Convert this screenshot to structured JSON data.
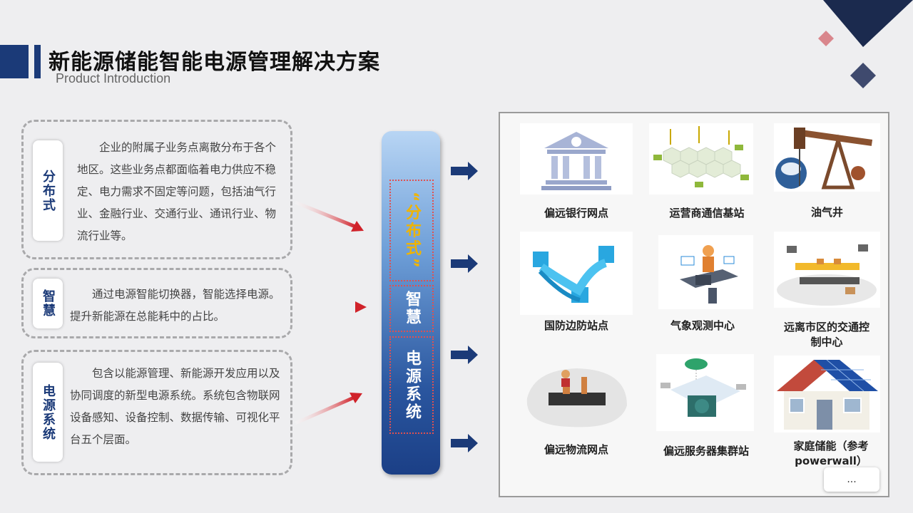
{
  "header": {
    "title": "新能源储能智能电源管理解决方案",
    "subtitle": "Product Introduction"
  },
  "left_sections": [
    {
      "tag": "分布式",
      "text": "企业的附属子业务点离散分布于各个地区。这些业务点都面临着电力供应不稳定、电力需求不固定等问题，包括油气行业、金融行业、交通行业、通讯行业、物流行业等。"
    },
    {
      "tag": "智慧",
      "text": "通过电源智能切换器，智能选择电源。提升新能源在总能耗中的占比。"
    },
    {
      "tag": "电源系统",
      "text": "包含以能源管理、新能源开发应用以及协同调度的新型电源系统。系统包含物联网设备感知、设备控制、数据传输、可视化平台五个层面。"
    }
  ],
  "pillar": {
    "seg1": "“分布式”",
    "seg2": "智慧",
    "seg3": "电源系统"
  },
  "grid": [
    {
      "label": "偏远银行网点",
      "icon": "bank-icon"
    },
    {
      "label": "运营商通信基站",
      "icon": "network-map-icon"
    },
    {
      "label": "油气井",
      "icon": "oil-pump-icon"
    },
    {
      "label": "国防边防站点",
      "icon": "great-wall-icon"
    },
    {
      "label": "气象观测中心",
      "icon": "weather-operator-icon"
    },
    {
      "label": "远离市区的交通控制中心",
      "icon": "conveyor-factory-icon"
    },
    {
      "label": "偏远物流网点",
      "icon": "robot-arm-icon"
    },
    {
      "label": "偏远服务器集群站",
      "icon": "cloud-server-icon"
    },
    {
      "label": "家庭储能（参考powerwall）",
      "icon": "solar-house-icon"
    }
  ],
  "more_label": "...",
  "colors": {
    "accent": "#1b3a78",
    "highlight": "#f0b400",
    "arrow_red": "#d0222a"
  }
}
